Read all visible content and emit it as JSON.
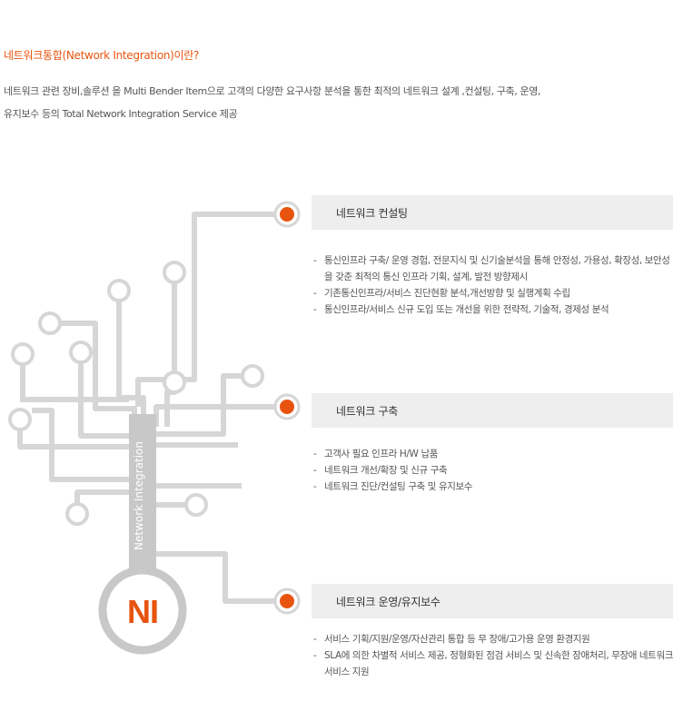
{
  "title": "네트워크통합(Network Integration)이란?",
  "intro_lines": [
    "네트워크 관련 장비,솔루션 을  Multi Bender Item으로 고객의 다양한 요구사항 분석을 통한  최적의 네트워크  설계 ,컨설팅, 구축, 운영,",
    "유지보수 등의  Total  Network  Integration Service 제공"
  ],
  "diagram": {
    "vertical_label": "Network Integration",
    "badge": "NI",
    "colors": {
      "accent": "#e8540f",
      "line": "#d6d6d6",
      "bar": "#eeeeee"
    }
  },
  "sections": [
    {
      "title": "네트워크 컨설팅",
      "bullets": [
        "통신인프라 구축/ 운영 경험, 전문지식 및 신기술분석을 통해 안정성, 가용성, 확장성, 보안성을 갖춘 최적의 통신 인프라 기획, 설계, 발전 방향제시",
        "기존통신인프라/서비스 진단현황 분석,개선방향 및 실행계획 수립",
        "통신인프라/서비스 신규 도입 또는 개선을 위한 전략적, 기술적, 경제성 분석"
      ]
    },
    {
      "title": "네트워크 구축",
      "bullets": [
        "고객사 필요 인프라 H/W 납품",
        "네트워크 개선/확장 및 신규 구축",
        "네트워크 진단/컨설팅 구축 및 유지보수"
      ]
    },
    {
      "title": "네트워크 운영/유지보수",
      "bullets": [
        "서비스 기획/지원/운영/자산관리 통합 등 무 장애/고가용 운영 환경지원",
        "SLA에 의한 차별적 서비스 제공, 정형화된 점검 서비스 및 신속한 장애처리, 무장애 네트워크 서비스 지원"
      ]
    }
  ]
}
